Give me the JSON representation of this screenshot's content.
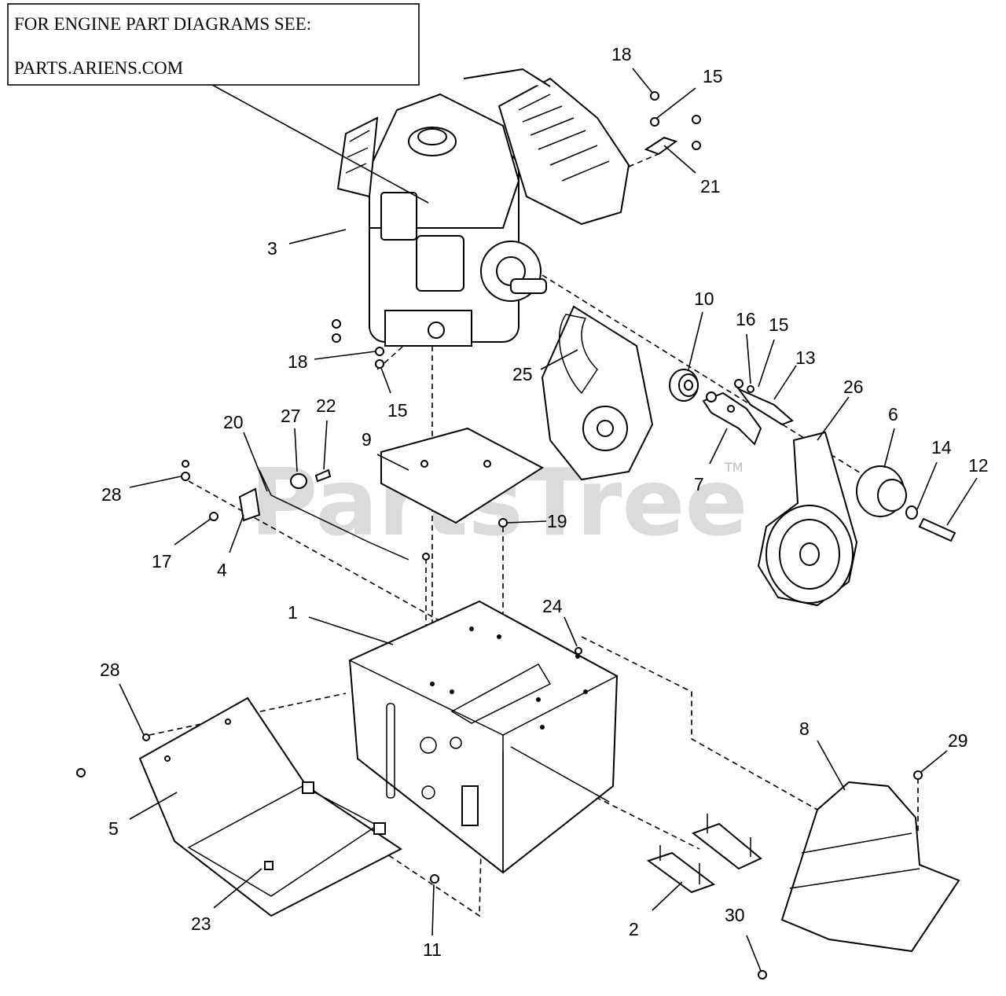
{
  "note": {
    "line1": "FOR ENGINE PART DIAGRAMS SEE:",
    "line2": "PARTS.ARIENS.COM"
  },
  "watermark": {
    "text": "PartsTree",
    "trademark": "TM"
  },
  "callouts": {
    "c1": "1",
    "c2": "2",
    "c3": "3",
    "c4": "4",
    "c5": "5",
    "c6": "6",
    "c7": "7",
    "c8": "8",
    "c9": "9",
    "c10": "10",
    "c11": "11",
    "c12": "12",
    "c13": "13",
    "c14": "14",
    "c15a": "15",
    "c15b": "15",
    "c15c": "15",
    "c16": "16",
    "c17": "17",
    "c18a": "18",
    "c18b": "18",
    "c19": "19",
    "c20": "20",
    "c21": "21",
    "c22": "22",
    "c23": "23",
    "c24": "24",
    "c25": "25",
    "c26": "26",
    "c27": "27",
    "c28a": "28",
    "c28b": "28",
    "c29": "29",
    "c30": "30"
  }
}
